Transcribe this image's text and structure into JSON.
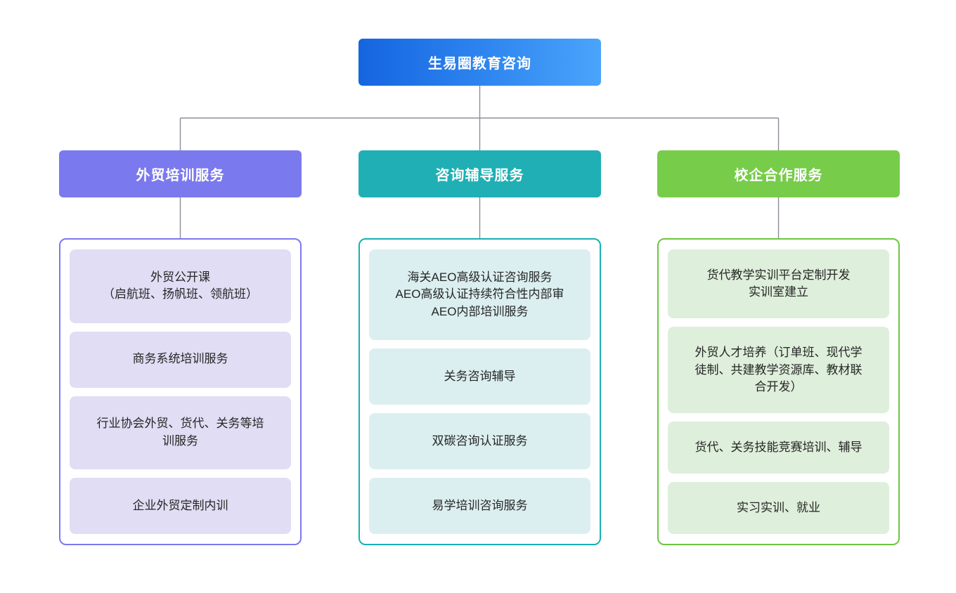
{
  "diagram": {
    "type": "organization-chart",
    "orientation": "top-down",
    "connector_color": "#8a8f99",
    "background": "#ffffff"
  },
  "root": {
    "label": "生易圈教育咨询",
    "color_start": "#1565e0",
    "color_end": "#4ba4fb",
    "text_color": "#ffffff"
  },
  "branches": [
    {
      "label": "外贸培训服务",
      "accent": "#7B79EE",
      "card_fill": "#E1DDF4",
      "items": [
        {
          "text": "外贸公开课\n（启航班、扬帆班、领航班）"
        },
        {
          "text": "商务系统培训服务"
        },
        {
          "text": "行业协会外贸、货代、关务等培\n训服务"
        },
        {
          "text": "企业外贸定制内训"
        }
      ]
    },
    {
      "label": "咨询辅导服务",
      "accent": "#1FAFB4",
      "card_fill": "#DCEFF0",
      "items": [
        {
          "text": "海关AEO高级认证咨询服务\nAEO高级认证持续符合性内部审\nAEO内部培训服务"
        },
        {
          "text": "关务咨询辅导"
        },
        {
          "text": "双碳咨询认证服务"
        },
        {
          "text": "易学培训咨询服务"
        }
      ]
    },
    {
      "label": "校企合作服务",
      "accent": "#77CC4A",
      "card_fill": "#DEEFDB",
      "items": [
        {
          "text": "货代教学实训平台定制开发\n实训室建立"
        },
        {
          "text": "外贸人才培养（订单班、现代学\n徒制、共建教学资源库、教材联\n合开发）"
        },
        {
          "text": "货代、关务技能竞赛培训、辅导"
        },
        {
          "text": "实习实训、就业"
        }
      ]
    }
  ]
}
